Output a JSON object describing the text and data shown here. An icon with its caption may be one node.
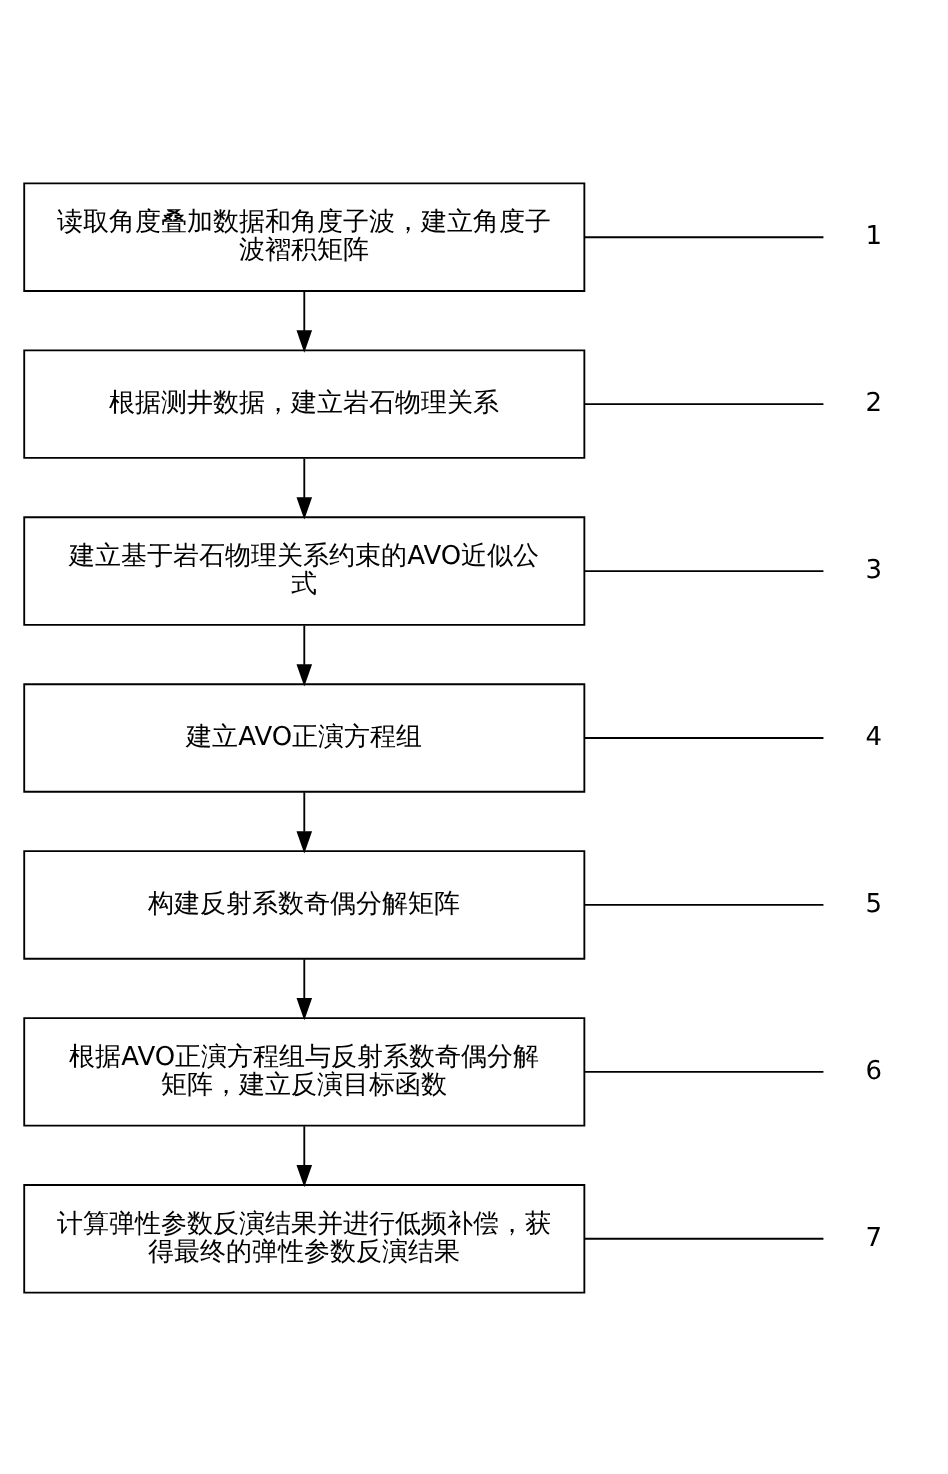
{
  "diagram": {
    "nodes": [
      {
        "text": [
          "读取角度叠加数据和角度子波，建立角度子波褶积矩阵"
        ]
      },
      {
        "text": [
          "根据测井数据，建立岩石物理关系"
        ]
      },
      {
        "text": [
          "建立基于岩石物理关系约束的AVO近似公式"
        ]
      },
      {
        "text": [
          "建立AVO正演方程组"
        ]
      },
      {
        "text": [
          "构建反射系数奇偶分解矩阵"
        ]
      },
      {
        "text": [
          "根据AVO正演方程组与反射系数奇偶分解矩阵，建立反演目标函数"
        ]
      },
      {
        "text": [
          "计算弹性参数反演结果并进行低频补偿，获得最终的弹性参数反演结果"
        ]
      },
      {
        "text": [
          "1"
        ]
      },
      {
        "text": [
          "2"
        ]
      },
      {
        "text": [
          "3"
        ]
      },
      {
        "text": [
          "4"
        ]
      },
      {
        "text": [
          "5"
        ]
      },
      {
        "text": [
          "6"
        ]
      },
      {
        "text": [
          "7"
        ]
      }
    ],
    "edges": [
      {
        "from": 0,
        "to": 1,
        "arrow": "to"
      },
      {
        "from": 1,
        "to": 2,
        "arrow": "to"
      },
      {
        "from": 2,
        "to": 3,
        "arrow": "to"
      },
      {
        "from": 3,
        "to": 4,
        "arrow": "to"
      },
      {
        "from": 4,
        "to": 5,
        "arrow": "to"
      },
      {
        "from": 5,
        "to": 6,
        "arrow": "to"
      },
      {
        "from": 7,
        "to": 0,
        "arrow": "none"
      },
      {
        "from": 8,
        "to": 1,
        "arrow": "none"
      },
      {
        "from": 9,
        "to": 2,
        "arrow": "none"
      },
      {
        "from": 10,
        "to": 3,
        "arrow": "none"
      },
      {
        "from": 11,
        "to": 4,
        "arrow": "none"
      },
      {
        "from": 12,
        "to": 5,
        "arrow": "none"
      },
      {
        "from": 13,
        "to": 6,
        "arrow": "none"
      }
    ]
  }
}
